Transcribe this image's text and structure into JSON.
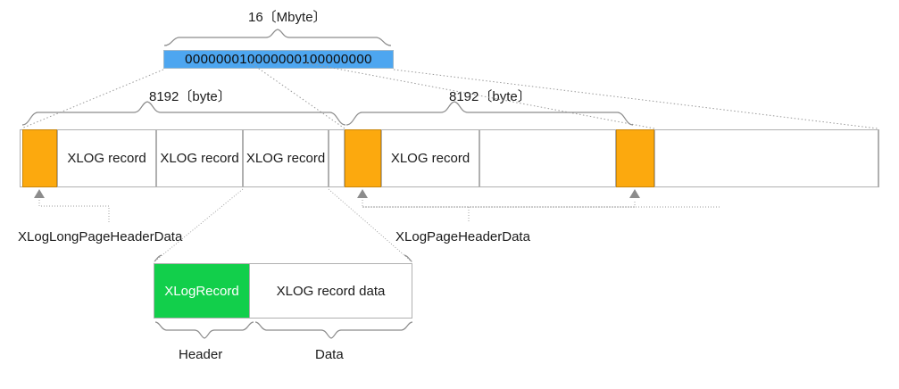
{
  "diagram": {
    "title_top": "16〔Mbyte〕",
    "segment_name": "000000010000000100000000",
    "page_size_left": "8192〔byte〕",
    "page_size_right": "8192〔byte〕",
    "page_cells": [
      {
        "name": "header-long",
        "label": "",
        "type": "header"
      },
      {
        "name": "record-1",
        "label": "XLOG record",
        "type": "record"
      },
      {
        "name": "record-2",
        "label": "XLOG record",
        "type": "record"
      },
      {
        "name": "record-3",
        "label": "XLOG record",
        "type": "record"
      },
      {
        "name": "free-space-1",
        "label": "",
        "type": "free"
      },
      {
        "name": "header-short-1",
        "label": "",
        "type": "header"
      },
      {
        "name": "record-4",
        "label": "XLOG record",
        "type": "record"
      },
      {
        "name": "free-space-2",
        "label": "",
        "type": "free"
      },
      {
        "name": "header-short-2",
        "label": "",
        "type": "header"
      },
      {
        "name": "free-space-3",
        "label": "",
        "type": "free"
      }
    ],
    "callout_long_header": "XLogLongPageHeaderData",
    "callout_page_header": "XLogPageHeaderData",
    "record_header_label": "XLogRecord",
    "record_data_label": "XLOG record data",
    "brace_header_label": "Header",
    "brace_data_label": "Data",
    "colors": {
      "segment_blue": "#4da6f0",
      "page_header_orange": "#fca90e",
      "record_header_green": "#12cf4b",
      "outline_gray": "#b0b0b0",
      "brace_gray": "#8c8c8c"
    }
  }
}
